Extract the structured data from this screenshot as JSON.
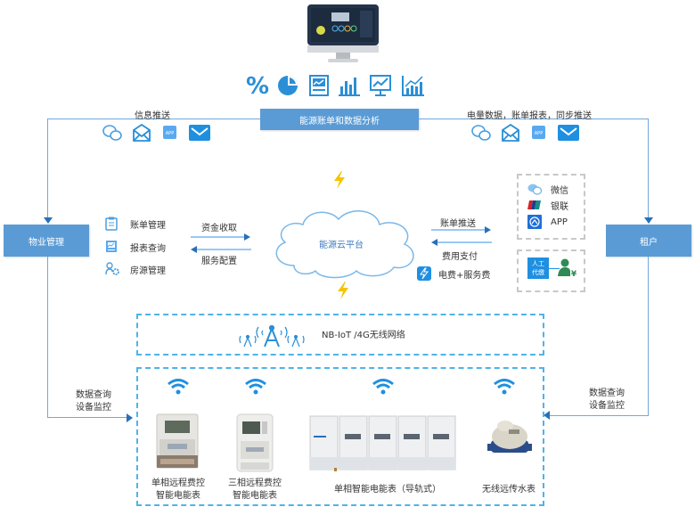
{
  "top": {
    "analysis_label": "能源账单和数据分析",
    "icons": [
      "percent-icon",
      "pie-chart-icon",
      "report-icon",
      "bar-chart-icon",
      "monitor-chart-icon",
      "growth-chart-icon"
    ]
  },
  "left_push": {
    "label": "信息推送",
    "channels": [
      "wechat-icon",
      "mail-open-icon",
      "app-icon",
      "envelope-icon"
    ],
    "app_text": "APP"
  },
  "right_push": {
    "label": "电量数据，账单报表，同步推送",
    "channels": [
      "wechat-icon",
      "mail-open-icon",
      "app-icon",
      "envelope-icon"
    ],
    "app_text": "APP"
  },
  "property": {
    "title": "物业管理",
    "items": [
      {
        "icon": "bill-icon",
        "label": "账单管理"
      },
      {
        "icon": "report-query-icon",
        "label": "报表查询"
      },
      {
        "icon": "house-settings-icon",
        "label": "房源管理"
      }
    ],
    "to_cloud": "资金收取",
    "from_cloud": "服务配置"
  },
  "cloud": {
    "label": "能源云平台"
  },
  "tenant_flow": {
    "to_tenant": "账单推送",
    "from_tenant": "费用支付",
    "fee_label": "电费+服务费"
  },
  "payment": {
    "options": [
      {
        "icon": "wechat-icon",
        "label": "微信"
      },
      {
        "icon": "unionpay-icon",
        "label": "银联"
      },
      {
        "icon": "app-icon",
        "label": "APP"
      }
    ],
    "manual": {
      "badge_line1": "人工",
      "badge_line2": "代缴",
      "currency": "¥"
    }
  },
  "tenant": {
    "title": "租户"
  },
  "network": {
    "label": "NB-IoT /4G无线网络"
  },
  "left_query": {
    "line1": "数据查询",
    "line2": "设备监控"
  },
  "right_query": {
    "line1": "数据查询",
    "line2": "设备监控"
  },
  "devices": [
    {
      "line1": "单相远程费控",
      "line2": "智能电能表"
    },
    {
      "line1": "三相远程费控",
      "line2": "智能电能表"
    },
    {
      "line1": "单相智能电能表（导轨式）",
      "line2": ""
    },
    {
      "line1": "无线远传水表",
      "line2": ""
    }
  ],
  "colors": {
    "accent": "#5b9bd5",
    "icon_blue": "#2a8fd6",
    "dash_blue": "#4fb3e8",
    "bolt": "#f5c400",
    "green": "#2e8b57"
  }
}
